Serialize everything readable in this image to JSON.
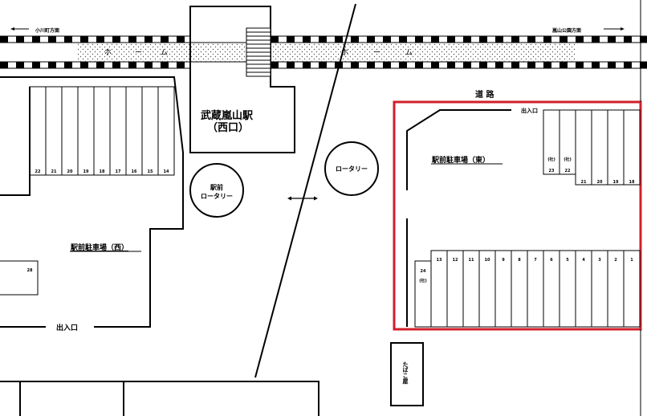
{
  "directions": {
    "left": "小川町方面",
    "right": "嵐山公園方面"
  },
  "platform": {
    "label_left": [
      "ホ",
      "ー",
      "ム"
    ],
    "label_right": [
      "ホ",
      "ー",
      "ム"
    ]
  },
  "station": {
    "name": "武蔵嵐山駅",
    "sub": "（西口）"
  },
  "road_label": "道 路",
  "rotary_station": [
    "駅前",
    "ロータリー"
  ],
  "rotary": "ロータリー",
  "west_lot": {
    "name": "駅前駐車場（西）",
    "entrance": "出入口",
    "stalls": [
      "22",
      "21",
      "20",
      "19",
      "18",
      "17",
      "16",
      "15",
      "14"
    ],
    "extra_stall": "28"
  },
  "east_lot": {
    "name": "駅前駐車場（東）",
    "entrance": "出入口",
    "upper_reserved": [
      {
        "num": "23",
        "tag": "(社)"
      },
      {
        "num": "22",
        "tag": "(社)"
      }
    ],
    "upper_stalls": [
      "21",
      "20",
      "19",
      "18"
    ],
    "lower_stalls": [
      "13",
      "12",
      "11",
      "10",
      "9",
      "8",
      "7",
      "6",
      "5",
      "4",
      "3",
      "2",
      "1"
    ],
    "stall_24": {
      "num": "24",
      "tag": "(社)"
    },
    "highlight_color": "#d0202a"
  },
  "tobacco_shop": "たばこ屋"
}
